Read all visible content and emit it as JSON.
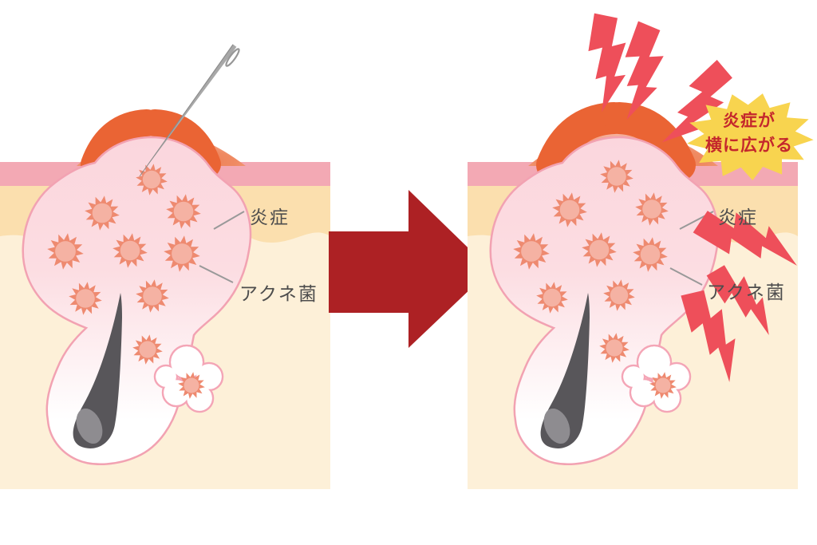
{
  "title": "acne inflammation comparison diagram",
  "panels": {
    "left": {
      "labels": {
        "inflammation": "炎症",
        "acne_bacteria": "アクネ菌"
      },
      "bacteria": [
        [
          190,
          225,
          20
        ],
        [
          128,
          267,
          22
        ],
        [
          230,
          265,
          22
        ],
        [
          82,
          315,
          23
        ],
        [
          163,
          314,
          22
        ],
        [
          228,
          318,
          23
        ],
        [
          107,
          374,
          21
        ],
        [
          191,
          371,
          21
        ],
        [
          185,
          438,
          19
        ],
        [
          240,
          483,
          17
        ]
      ]
    },
    "right": {
      "labels": {
        "inflammation": "炎症",
        "acne_bacteria": "アクネ菌"
      },
      "bacteria": [
        [
          773,
          221,
          21
        ],
        [
          714,
          263,
          22
        ],
        [
          817,
          262,
          21
        ],
        [
          666,
          315,
          23
        ],
        [
          751,
          313,
          22
        ],
        [
          815,
          319,
          22
        ],
        [
          692,
          373,
          20
        ],
        [
          776,
          370,
          20
        ],
        [
          770,
          436,
          19
        ],
        [
          831,
          483,
          17
        ]
      ]
    }
  },
  "callout": {
    "line1": "炎症が",
    "line2": "横に広がる"
  },
  "icons": {
    "needle": "needle-icon",
    "arrow": "arrow-right-icon",
    "lightning": "lightning-bolt-icon",
    "starburst": "starburst-badge",
    "bacteria": "acne-bacteria-icon"
  },
  "colors": {
    "skin_surface": "#f3a9b4",
    "dermis": "#fbdfae",
    "dermis_light": "#fdf0d8",
    "pimple_fill": "#fbd6dd",
    "pimple_border": "#f2a2b2",
    "swelling": "#ea6434",
    "bacteria": "#ee8a70",
    "bacteria_core": "#f5b2a3",
    "hair": "#58565a",
    "arrow": "#ad2124",
    "lightning": "#ee4f5a",
    "burst": "#f8d44f",
    "callout_text": "#c4272c",
    "label_text": "#4d4d4d",
    "leader_line": "#999999"
  }
}
